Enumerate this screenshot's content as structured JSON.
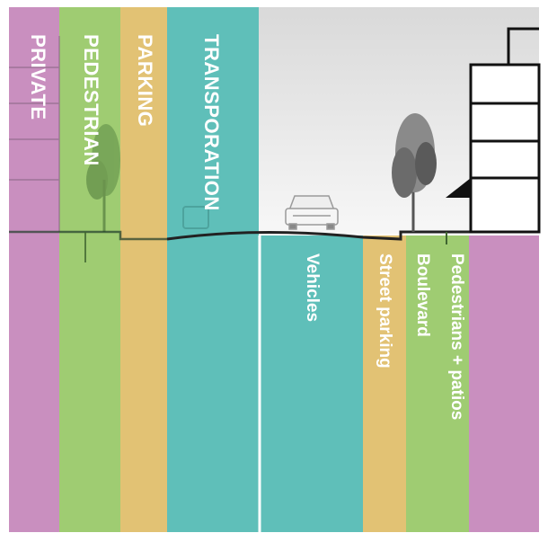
{
  "zones_left": [
    {
      "label": "PRIVATE",
      "color": "#c98fbf"
    },
    {
      "label": "PEDESTRIAN",
      "color": "#9fcc72"
    },
    {
      "label": "PARKING",
      "color": "#e2c274"
    },
    {
      "label": "TRANSPORATION",
      "color": "#5fbfb9"
    }
  ],
  "zones_right": [
    {
      "label": "Vehicles",
      "color": "#5fbfb9"
    },
    {
      "label": "Street parking",
      "color": "#e2c274"
    },
    {
      "label": "Boulevard",
      "color": "#9fcc72"
    },
    {
      "label": "Pedestrians + patios",
      "color": "#9fcc72"
    },
    {
      "label": "",
      "color": "#c98fbf"
    }
  ],
  "colors": {
    "ground": "#222222",
    "sky_top": "#d9d9d9",
    "sky_bottom": "#f7f7f7",
    "tree": "#8a8a8a",
    "tree_dark": "#5a5a5a",
    "building_line": "#111111"
  }
}
